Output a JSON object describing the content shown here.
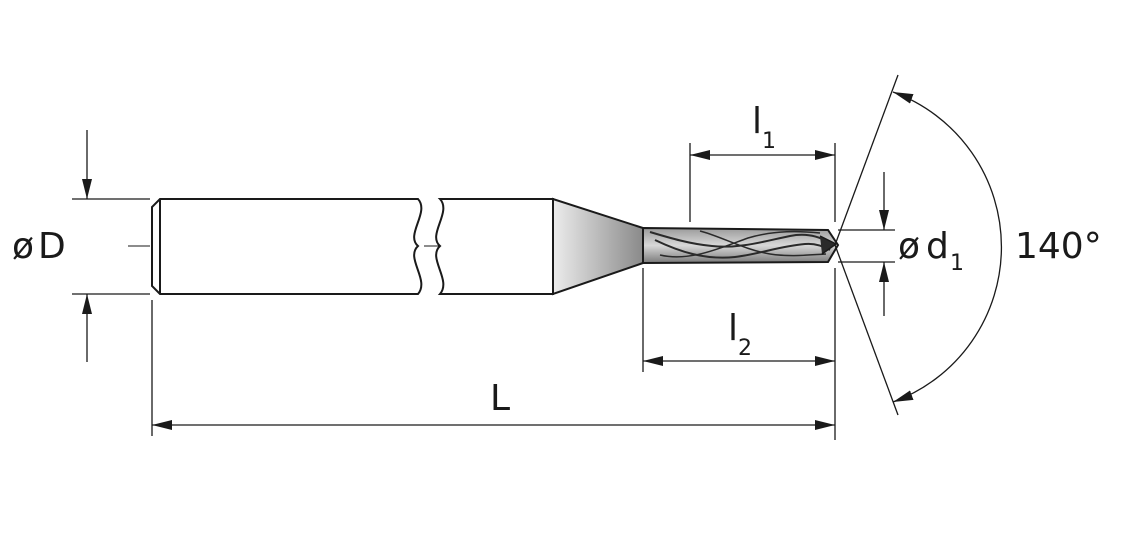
{
  "labels": {
    "shank_diameter": {
      "symbol": "ø",
      "letter": "D"
    },
    "tip_diameter": {
      "symbol": "ø",
      "letter": "d",
      "subscript": "1"
    },
    "l1": {
      "letter": "l",
      "subscript": "1"
    },
    "l2": {
      "letter": "l",
      "subscript": "2"
    },
    "total_length": "L",
    "point_angle": "140°"
  },
  "colors": {
    "line": "#1a1a1a",
    "body_light": "#d9d9d9",
    "body_dark": "#6f6f6f",
    "flute": "#3a3a3a"
  }
}
